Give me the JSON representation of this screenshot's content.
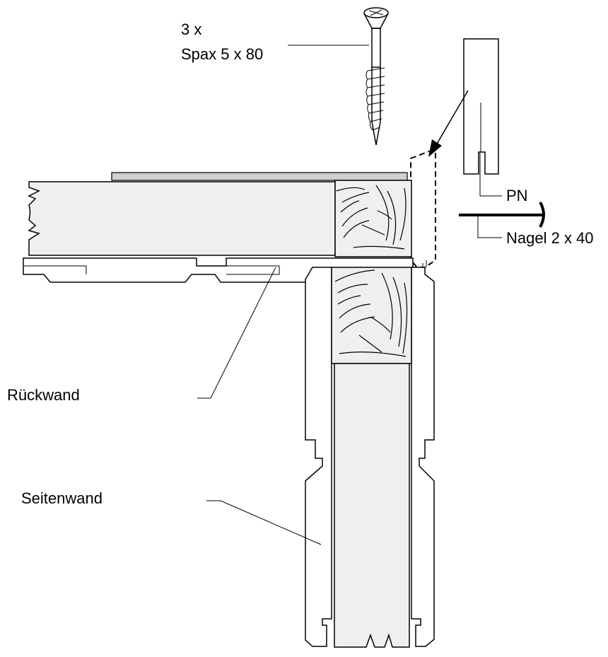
{
  "labels": {
    "screw_count": "3 x",
    "screw_spec": "Spax 5 x 80",
    "pn": "PN",
    "nail": "Nagel 2 x 40",
    "back_wall": "Rückwand",
    "side_wall": "Seitenwand"
  },
  "colors": {
    "stroke": "#000000",
    "wood_fill": "#efefef",
    "plate_fill": "#d0d0d0",
    "background": "#ffffff"
  }
}
